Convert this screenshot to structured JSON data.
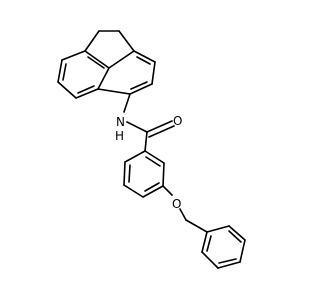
{
  "molecule": {
    "atom_labels": {
      "amide_n": "N",
      "amide_h": "H",
      "carbonyl_o": "O",
      "ether_o": "O"
    }
  }
}
